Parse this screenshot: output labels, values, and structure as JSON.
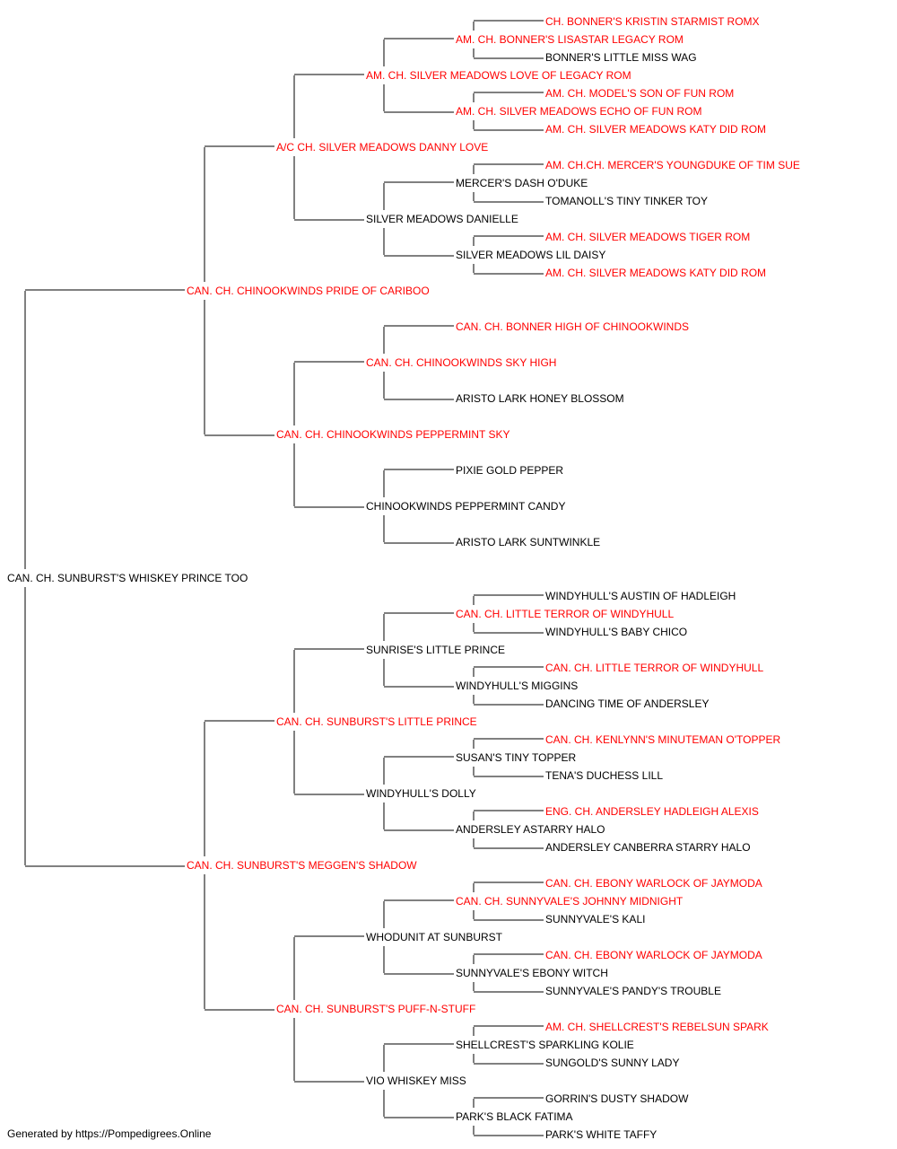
{
  "colors": {
    "champion": "#ff0000",
    "normal": "#000000",
    "line": "#000000"
  },
  "footer": "Generated by https://Pompedigrees.Online",
  "pedigree": {
    "name": "CAN. CH. SUNBURST'S WHISKEY PRINCE TOO",
    "ch": false,
    "sire": {
      "name": "CAN. CH. CHINOOKWINDS PRIDE OF CARIBOO",
      "ch": true,
      "sire": {
        "name": "A/C CH. SILVER MEADOWS DANNY LOVE",
        "ch": true,
        "sire": {
          "name": "AM. CH. SILVER MEADOWS LOVE OF LEGACY ROM",
          "ch": true,
          "sire": {
            "name": "AM. CH. BONNER'S LISASTAR LEGACY ROM",
            "ch": true,
            "sire": {
              "name": "CH. BONNER'S KRISTIN STARMIST ROMX",
              "ch": true
            },
            "dam": {
              "name": "BONNER'S LITTLE MISS WAG",
              "ch": false
            }
          },
          "dam": {
            "name": "AM. CH. SILVER MEADOWS ECHO OF FUN ROM",
            "ch": true,
            "sire": {
              "name": "AM. CH. MODEL'S SON OF FUN ROM",
              "ch": true
            },
            "dam": {
              "name": "AM. CH. SILVER MEADOWS KATY DID ROM",
              "ch": true
            }
          }
        },
        "dam": {
          "name": "SILVER MEADOWS DANIELLE",
          "ch": false,
          "sire": {
            "name": "MERCER'S DASH O'DUKE",
            "ch": false,
            "sire": {
              "name": "AM. CH.CH. MERCER'S YOUNGDUKE OF TIM SUE",
              "ch": true
            },
            "dam": {
              "name": "TOMANOLL'S TINY TINKER TOY",
              "ch": false
            }
          },
          "dam": {
            "name": "SILVER MEADOWS LIL DAISY",
            "ch": false,
            "sire": {
              "name": "AM. CH. SILVER MEADOWS TIGER ROM",
              "ch": true
            },
            "dam": {
              "name": "AM. CH. SILVER MEADOWS KATY DID ROM",
              "ch": true
            }
          }
        }
      },
      "dam": {
        "name": "CAN. CH. CHINOOKWINDS PEPPERMINT SKY",
        "ch": true,
        "sire": {
          "name": "CAN. CH. CHINOOKWINDS SKY HIGH",
          "ch": true,
          "sire": {
            "name": "CAN. CH. BONNER HIGH OF CHINOOKWINDS",
            "ch": true
          },
          "dam": {
            "name": "ARISTO LARK HONEY BLOSSOM",
            "ch": false
          }
        },
        "dam": {
          "name": "CHINOOKWINDS PEPPERMINT CANDY",
          "ch": false,
          "sire": {
            "name": "PIXIE GOLD PEPPER",
            "ch": false
          },
          "dam": {
            "name": "ARISTO LARK SUNTWINKLE",
            "ch": false
          }
        }
      }
    },
    "dam": {
      "name": "CAN. CH. SUNBURST'S MEGGEN'S SHADOW",
      "ch": true,
      "sire": {
        "name": "CAN. CH. SUNBURST'S LITTLE PRINCE",
        "ch": true,
        "sire": {
          "name": "SUNRISE'S LITTLE PRINCE",
          "ch": false,
          "sire": {
            "name": "CAN. CH. LITTLE TERROR OF WINDYHULL",
            "ch": true,
            "sire": {
              "name": "WINDYHULL'S AUSTIN OF HADLEIGH",
              "ch": false
            },
            "dam": {
              "name": "WINDYHULL'S BABY CHICO",
              "ch": false
            }
          },
          "dam": {
            "name": "WINDYHULL'S MIGGINS",
            "ch": false,
            "sire": {
              "name": "CAN. CH. LITTLE TERROR OF WINDYHULL",
              "ch": true
            },
            "dam": {
              "name": "DANCING TIME OF ANDERSLEY",
              "ch": false
            }
          }
        },
        "dam": {
          "name": "WINDYHULL'S DOLLY",
          "ch": false,
          "sire": {
            "name": "SUSAN'S TINY TOPPER",
            "ch": false,
            "sire": {
              "name": "CAN. CH. KENLYNN'S MINUTEMAN O'TOPPER",
              "ch": true
            },
            "dam": {
              "name": "TENA'S DUCHESS LILL",
              "ch": false
            }
          },
          "dam": {
            "name": "ANDERSLEY ASTARRY HALO",
            "ch": false,
            "sire": {
              "name": "ENG. CH. ANDERSLEY HADLEIGH ALEXIS",
              "ch": true
            },
            "dam": {
              "name": "ANDERSLEY CANBERRA STARRY HALO",
              "ch": false
            }
          }
        }
      },
      "dam": {
        "name": "CAN. CH. SUNBURST'S PUFF-N-STUFF",
        "ch": true,
        "sire": {
          "name": "WHODUNIT AT SUNBURST",
          "ch": false,
          "sire": {
            "name": "CAN. CH. SUNNYVALE'S JOHNNY MIDNIGHT",
            "ch": true,
            "sire": {
              "name": "CAN. CH. EBONY WARLOCK OF JAYMODA",
              "ch": true
            },
            "dam": {
              "name": "SUNNYVALE'S KALI",
              "ch": false
            }
          },
          "dam": {
            "name": "SUNNYVALE'S EBONY WITCH",
            "ch": false,
            "sire": {
              "name": "CAN. CH. EBONY WARLOCK OF JAYMODA",
              "ch": true
            },
            "dam": {
              "name": "SUNNYVALE'S PANDY'S TROUBLE",
              "ch": false
            }
          }
        },
        "dam": {
          "name": "VIO WHISKEY MISS",
          "ch": false,
          "sire": {
            "name": "SHELLCREST'S SPARKLING KOLIE",
            "ch": false,
            "sire": {
              "name": "AM. CH. SHELLCREST'S REBELSUN SPARK",
              "ch": true
            },
            "dam": {
              "name": "SUNGOLD'S SUNNY LADY",
              "ch": false
            }
          },
          "dam": {
            "name": "PARK'S BLACK FATIMA",
            "ch": false,
            "sire": {
              "name": "GORRIN'S DUSTY SHADOW",
              "ch": false
            },
            "dam": {
              "name": "PARK'S WHITE TAFFY",
              "ch": false
            }
          }
        }
      }
    }
  }
}
